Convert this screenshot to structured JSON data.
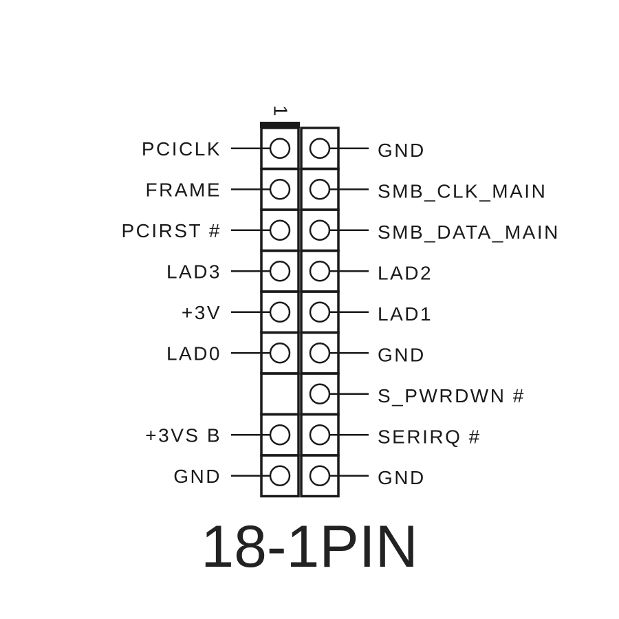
{
  "header": {
    "pin1_marker": "1"
  },
  "rows": [
    {
      "left": "PCICLK",
      "right": "GND",
      "left_pin": true,
      "right_pin": true
    },
    {
      "left": "FRAME",
      "right": "SMB_CLK_MAIN",
      "left_pin": true,
      "right_pin": true
    },
    {
      "left": "PCIRST #",
      "right": "SMB_DATA_MAIN",
      "left_pin": true,
      "right_pin": true
    },
    {
      "left": "LAD3",
      "right": "LAD2",
      "left_pin": true,
      "right_pin": true
    },
    {
      "left": "+3V",
      "right": "LAD1",
      "left_pin": true,
      "right_pin": true
    },
    {
      "left": "LAD0",
      "right": "GND",
      "left_pin": true,
      "right_pin": true
    },
    {
      "left": "",
      "right": "S_PWRDWN #",
      "left_pin": false,
      "right_pin": true
    },
    {
      "left": "+3VS B",
      "right": "SERIRQ #",
      "left_pin": true,
      "right_pin": true
    },
    {
      "left": "GND",
      "right": "GND",
      "left_pin": true,
      "right_pin": true
    }
  ],
  "footer": {
    "title": "18-1PIN"
  },
  "colors": {
    "line": "#1a1a1a",
    "background": "#ffffff"
  }
}
